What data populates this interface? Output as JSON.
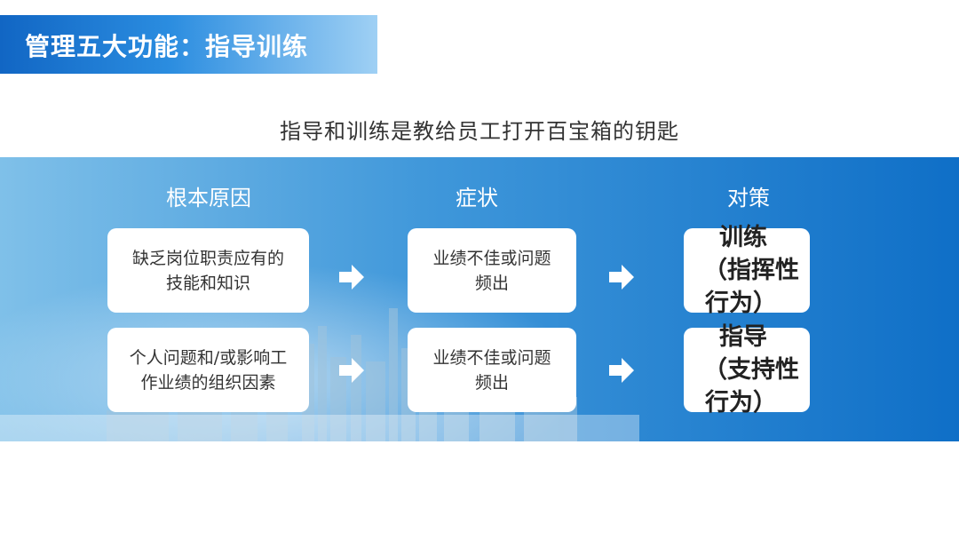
{
  "header": {
    "title": "管理五大功能：指导训练"
  },
  "subtitle": "指导和训练是教给员工打开百宝箱的钥匙",
  "columns": {
    "cause": "根本原因",
    "symptom": "症状",
    "action": "对策"
  },
  "rows": [
    {
      "cause": [
        "缺乏岗位职责应有的",
        "技能和知识"
      ],
      "symptom": [
        "业绩不佳或问题",
        "频出"
      ],
      "action": [
        "训练",
        "（指挥性",
        "行为）"
      ]
    },
    {
      "cause": [
        "个人问题和/或影响工",
        "作业绩的组织因素"
      ],
      "symptom": [
        "业绩不佳或问题",
        "频出"
      ],
      "action": [
        "指导",
        "（支持性",
        "行为）"
      ]
    }
  ],
  "colors": {
    "accent": "#1166c4",
    "band_left": "#7fc0e9",
    "band_right": "#0f6fc7"
  },
  "icons": {
    "arrow": "right-arrow-icon"
  }
}
